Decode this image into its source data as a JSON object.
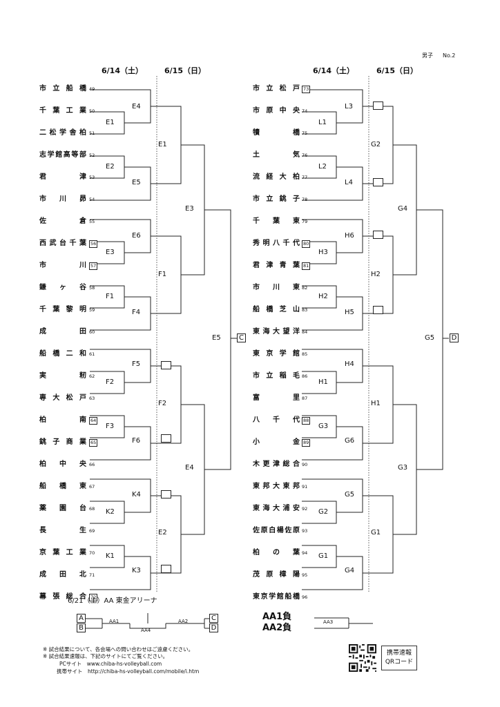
{
  "header": {
    "category": "男子",
    "page_no": "No.2"
  },
  "dates": {
    "day1": "6/14（土）",
    "day2": "6/15（日）"
  },
  "left_teams": [
    {
      "name": "市立船橋",
      "no": "49",
      "boxed": false
    },
    {
      "name": "千葉工業",
      "no": "50",
      "boxed": false
    },
    {
      "name": "二松学舎柏",
      "no": "51",
      "boxed": false
    },
    {
      "name": "志学館高等部",
      "no": "52",
      "boxed": false
    },
    {
      "name": "君　　津",
      "no": "53",
      "boxed": false
    },
    {
      "name": "市　川　昴",
      "no": "54",
      "boxed": false
    },
    {
      "name": "佐　　倉",
      "no": "55",
      "boxed": false
    },
    {
      "name": "西武台千葉",
      "no": "56",
      "boxed": true
    },
    {
      "name": "市　　川",
      "no": "57",
      "boxed": true
    },
    {
      "name": "鎌　ヶ　谷",
      "no": "58",
      "boxed": false
    },
    {
      "name": "千葉黎明",
      "no": "59",
      "boxed": false
    },
    {
      "name": "成　　田",
      "no": "60",
      "boxed": false
    },
    {
      "name": "船橋二和",
      "no": "61",
      "boxed": false
    },
    {
      "name": "実　　籾",
      "no": "62",
      "boxed": false
    },
    {
      "name": "専大松戸",
      "no": "63",
      "boxed": false
    },
    {
      "name": "柏　　南",
      "no": "64",
      "boxed": true
    },
    {
      "name": "銚子商業",
      "no": "65",
      "boxed": true
    },
    {
      "name": "柏　中　央",
      "no": "66",
      "boxed": false
    },
    {
      "name": "船　橋　東",
      "no": "67",
      "boxed": false
    },
    {
      "name": "薬　園　台",
      "no": "68",
      "boxed": false
    },
    {
      "name": "長　　生",
      "no": "69",
      "boxed": false
    },
    {
      "name": "京葉工業",
      "no": "70",
      "boxed": false
    },
    {
      "name": "成　田　北",
      "no": "71",
      "boxed": false
    },
    {
      "name": "幕張総合",
      "no": "72",
      "boxed": true
    }
  ],
  "right_teams": [
    {
      "name": "市立松戸",
      "no": "73",
      "boxed": true
    },
    {
      "name": "市原中央",
      "no": "74",
      "boxed": false
    },
    {
      "name": "犢　　橋",
      "no": "75",
      "boxed": false
    },
    {
      "name": "土　　気",
      "no": "76",
      "boxed": false
    },
    {
      "name": "流経大柏",
      "no": "77",
      "boxed": false
    },
    {
      "name": "市立銚子",
      "no": "78",
      "boxed": false
    },
    {
      "name": "千　葉　東",
      "no": "79",
      "boxed": false
    },
    {
      "name": "秀明八千代",
      "no": "80",
      "boxed": true
    },
    {
      "name": "君津青葉",
      "no": "81",
      "boxed": true
    },
    {
      "name": "市　川　東",
      "no": "82",
      "boxed": false
    },
    {
      "name": "船橋芝山",
      "no": "83",
      "boxed": false
    },
    {
      "name": "東海大望洋",
      "no": "84",
      "boxed": false
    },
    {
      "name": "東京学館",
      "no": "85",
      "boxed": false
    },
    {
      "name": "市立稲毛",
      "no": "86",
      "boxed": false
    },
    {
      "name": "富　　里",
      "no": "87",
      "boxed": false
    },
    {
      "name": "八　千　代",
      "no": "88",
      "boxed": true
    },
    {
      "name": "小　　金",
      "no": "89",
      "boxed": true
    },
    {
      "name": "木更津総合",
      "no": "90",
      "boxed": false
    },
    {
      "name": "東邦大東邦",
      "no": "91",
      "boxed": false
    },
    {
      "name": "東海大浦安",
      "no": "92",
      "boxed": false
    },
    {
      "name": "佐原白楊佐原",
      "no": "93",
      "boxed": false
    },
    {
      "name": "柏　の　葉",
      "no": "94",
      "boxed": false
    },
    {
      "name": "茂原樟陽",
      "no": "95",
      "boxed": false
    },
    {
      "name": "東京学館船橋",
      "no": "96",
      "boxed": false
    }
  ],
  "left_matches": {
    "E4": "E4",
    "E1": "E1",
    "E2": "E2",
    "E5": "E5",
    "E6": "E6",
    "E3": "E3",
    "F1": "F1",
    "F4": "F4",
    "F5": "F5",
    "F2": "F2",
    "F3": "F3",
    "F6": "F6",
    "K4": "K4",
    "K2": "K2",
    "K1": "K1",
    "K3": "K3",
    "E1r2": "E1",
    "F1r2": "F1",
    "F2r2": "F2",
    "E2r2": "E2",
    "E3r3": "E3",
    "E4r3": "E4",
    "E5r4": "E5",
    "result": "C"
  },
  "right_matches": {
    "L3": "L3",
    "L1": "L1",
    "L2": "L2",
    "L4": "L4",
    "H6": "H6",
    "H3": "H3",
    "H2": "H2",
    "H5": "H5",
    "H4": "H4",
    "H1": "H1",
    "G3": "G3",
    "G6": "G6",
    "G5": "G5",
    "G2": "G2",
    "G1": "G1",
    "G4": "G4",
    "G2r2": "G2",
    "H2r2": "H2",
    "H1r2": "H1",
    "G1r2": "G1",
    "G4r3": "G4",
    "G3r3": "G3",
    "G5r4": "G5",
    "result": "D"
  },
  "final": {
    "date": "6/21（土）AA 東金アリーナ",
    "A": "A",
    "B": "B",
    "C": "C",
    "D": "D",
    "AA1": "AA1",
    "AA2": "AA2",
    "AA4": "AA4",
    "loser1": "AA1負",
    "loser2": "AA2負",
    "AA3": "AA3"
  },
  "notes": {
    "line1": "※ 試合結果について、各会場への問い合わせはご遠慮ください。",
    "line2": "※ 試合結果速報は、下記のサイトにてご覧ください。",
    "line3": "PCサイト　www.chiba-hs-volleyball.com",
    "line4": "携帯サイト　http://chiba-hs-volleyball.com/mobile/i.htm"
  },
  "qr": {
    "label1": "携帯速報",
    "label2": "QRコード"
  }
}
